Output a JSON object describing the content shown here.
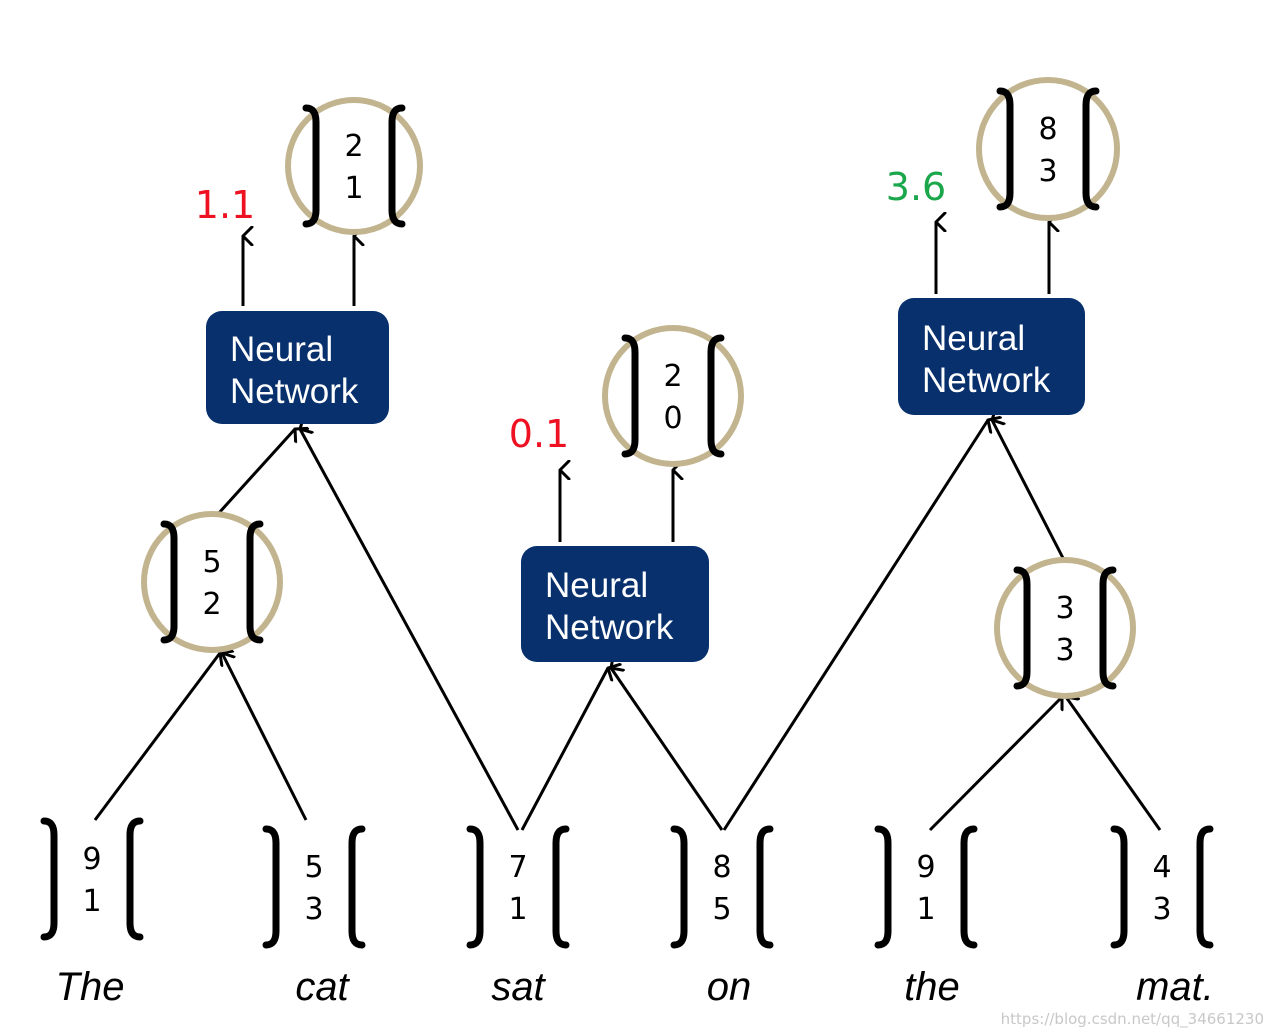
{
  "colors": {
    "circle": "#c2b48e",
    "nn_box": "#07306d",
    "nn_text": "#ffffff",
    "score_low": "#ee1122",
    "score_high": "#1aa64a",
    "lines": "#000000"
  },
  "words": [
    {
      "text": "The",
      "vector": [
        "9",
        "1"
      ]
    },
    {
      "text": "cat",
      "vector": [
        "5",
        "3"
      ]
    },
    {
      "text": "sat",
      "vector": [
        "7",
        "1"
      ]
    },
    {
      "text": "on",
      "vector": [
        "8",
        "5"
      ]
    },
    {
      "text": "the",
      "vector": [
        "9",
        "1"
      ]
    },
    {
      "text": "mat.",
      "vector": [
        "4",
        "3"
      ]
    }
  ],
  "composed": [
    {
      "id": "the-cat",
      "vector": [
        "5",
        "2"
      ]
    },
    {
      "id": "the-mat",
      "vector": [
        "3",
        "3"
      ]
    },
    {
      "id": "the-cat-sat",
      "vector": [
        "2",
        "1"
      ]
    },
    {
      "id": "sat-on",
      "vector": [
        "2",
        "0"
      ]
    },
    {
      "id": "on-the-mat",
      "vector": [
        "8",
        "3"
      ]
    }
  ],
  "networks": [
    {
      "id": "left",
      "line1": "Neural",
      "line2": "Network",
      "score": "1.1",
      "score_color": "low"
    },
    {
      "id": "middle",
      "line1": "Neural",
      "line2": "Network",
      "score": "0.1",
      "score_color": "low"
    },
    {
      "id": "right",
      "line1": "Neural",
      "line2": "Network",
      "score": "3.6",
      "score_color": "high"
    }
  ],
  "watermark": "https://blog.csdn.net/qq_34661230"
}
